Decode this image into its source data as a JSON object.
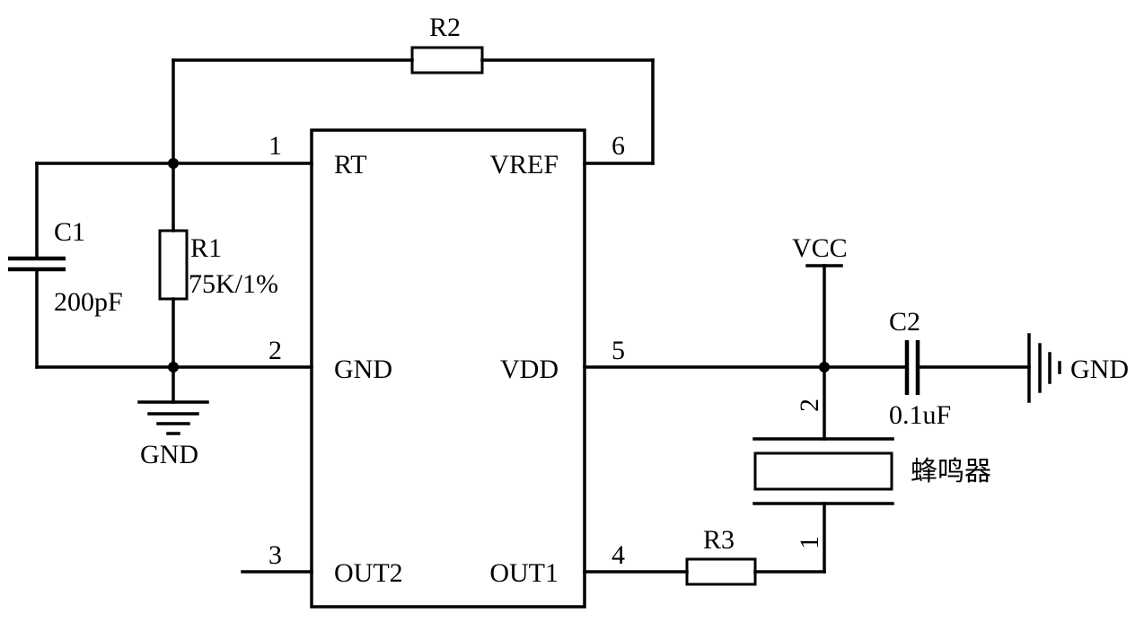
{
  "ic": {
    "pins": [
      {
        "number": "1",
        "name": "RT"
      },
      {
        "number": "2",
        "name": "GND"
      },
      {
        "number": "3",
        "name": "OUT2"
      },
      {
        "number": "4",
        "name": "OUT1"
      },
      {
        "number": "5",
        "name": "VDD"
      },
      {
        "number": "6",
        "name": "VREF"
      }
    ]
  },
  "components": {
    "r1": {
      "ref": "R1",
      "value": "75K/1%"
    },
    "r2": {
      "ref": "R2"
    },
    "r3": {
      "ref": "R3"
    },
    "c1": {
      "ref": "C1",
      "value": "200pF"
    },
    "c2": {
      "ref": "C2",
      "value": "0.1uF"
    },
    "buzzer": {
      "label": "蜂鸣器",
      "pin_top": "2",
      "pin_bottom": "1"
    }
  },
  "nets": {
    "gnd_left": "GND",
    "gnd_right": "GND",
    "vcc": "VCC"
  }
}
